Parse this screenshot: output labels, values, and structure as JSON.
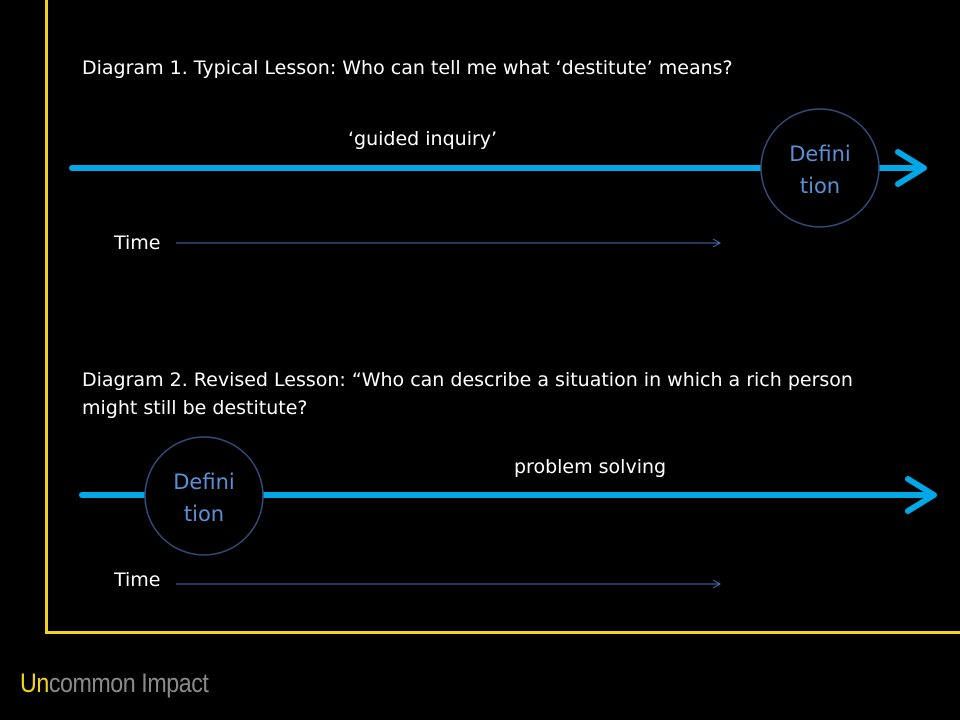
{
  "colors": {
    "background": "#000000",
    "frame": "#f2d21b",
    "main_arrow": "#00a8e8",
    "time_arrow": "#4a72b8",
    "circle_stroke": "#2f4f7f",
    "circle_text": "#5b8fd6",
    "text": "#ffffff",
    "brand_accent": "#f2d21b",
    "brand_text": "#8a8a8a"
  },
  "diagram1": {
    "caption": "Diagram 1. Typical Lesson: Who can tell me what ‘destitute’ means?",
    "arrow_label": "‘guided inquiry’",
    "circle_line1": "Defini",
    "circle_line2": "tion",
    "time_label": "Time"
  },
  "diagram2": {
    "caption_line1": "Diagram 2. Revised Lesson: “Who can describe a situation in which a rich person",
    "caption_line2": "might still be destitute?",
    "arrow_label": "problem solving",
    "circle_line1": "Defini",
    "circle_line2": "tion",
    "time_label": "Time"
  },
  "brand": {
    "accent": "Un",
    "rest": "common Impact"
  }
}
